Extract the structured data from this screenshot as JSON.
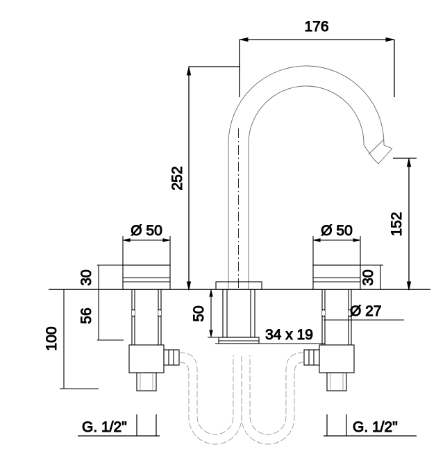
{
  "drawing": {
    "title": "Three-hole basin mixer technical dimension drawing",
    "units": "mm",
    "line_color": "#000000",
    "thin_line_color": "#555555",
    "background": "#ffffff"
  },
  "dimensions": {
    "spout_reach": "176",
    "overall_height": "252",
    "spout_outlet_height": "152",
    "handle_flange_left": "30",
    "handle_flange_right": "30",
    "handle_diameter_left": "Ø 50",
    "handle_diameter_right": "Ø 50",
    "shank_depth_left": "56",
    "total_under_counter": "100",
    "spout_base_depth": "50",
    "base_footprint": "34 x 19",
    "shank_diameter": "Ø 27",
    "thread_left": "G. 1/2\"",
    "thread_right": "G. 1/2\""
  },
  "labels": [
    {
      "key": "spout_reach",
      "text": "176"
    },
    {
      "key": "overall_height",
      "text": "252"
    },
    {
      "key": "spout_outlet_height",
      "text": "152"
    },
    {
      "key": "handle_diameter_left",
      "text": "Ø 50"
    },
    {
      "key": "handle_diameter_right",
      "text": "Ø 50"
    },
    {
      "key": "handle_flange_left",
      "text": "30"
    },
    {
      "key": "handle_flange_right",
      "text": "30"
    },
    {
      "key": "shank_depth_left",
      "text": "56"
    },
    {
      "key": "total_under_counter",
      "text": "100"
    },
    {
      "key": "spout_base_depth",
      "text": "50"
    },
    {
      "key": "base_footprint",
      "text": "34 x 19"
    },
    {
      "key": "shank_diameter",
      "text": "Ø 27"
    },
    {
      "key": "thread_left",
      "text": "G. 1/2\""
    },
    {
      "key": "thread_right",
      "text": "G. 1/2\""
    }
  ]
}
